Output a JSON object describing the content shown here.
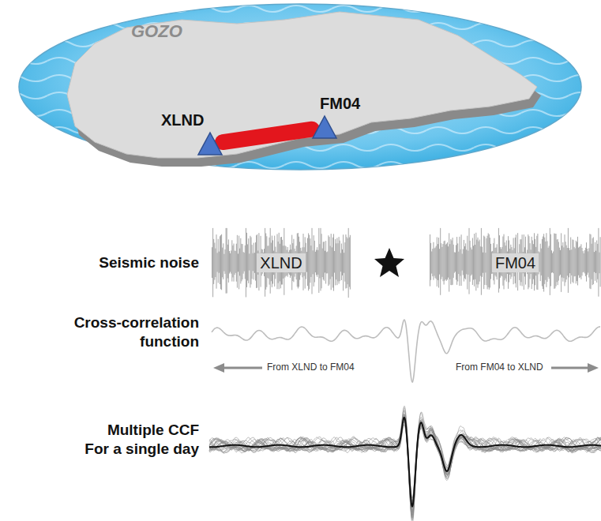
{
  "diagram": {
    "nodes": [
      {
        "text": [
          "XLND"
        ]
      },
      {
        "text": [
          "FM04"
        ]
      },
      {
        "text": [
          "XLND"
        ]
      },
      {
        "text": [
          "FM04"
        ]
      }
    ],
    "edges": [
      {
        "from": 0,
        "to": 1,
        "arrow": "none"
      }
    ],
    "labels": [
      "GOZO",
      "Seismic noise",
      "Cross-correlation function",
      "From XLND to FM04",
      "From FM04 to XLND",
      "Multiple CCF For a single day"
    ]
  }
}
